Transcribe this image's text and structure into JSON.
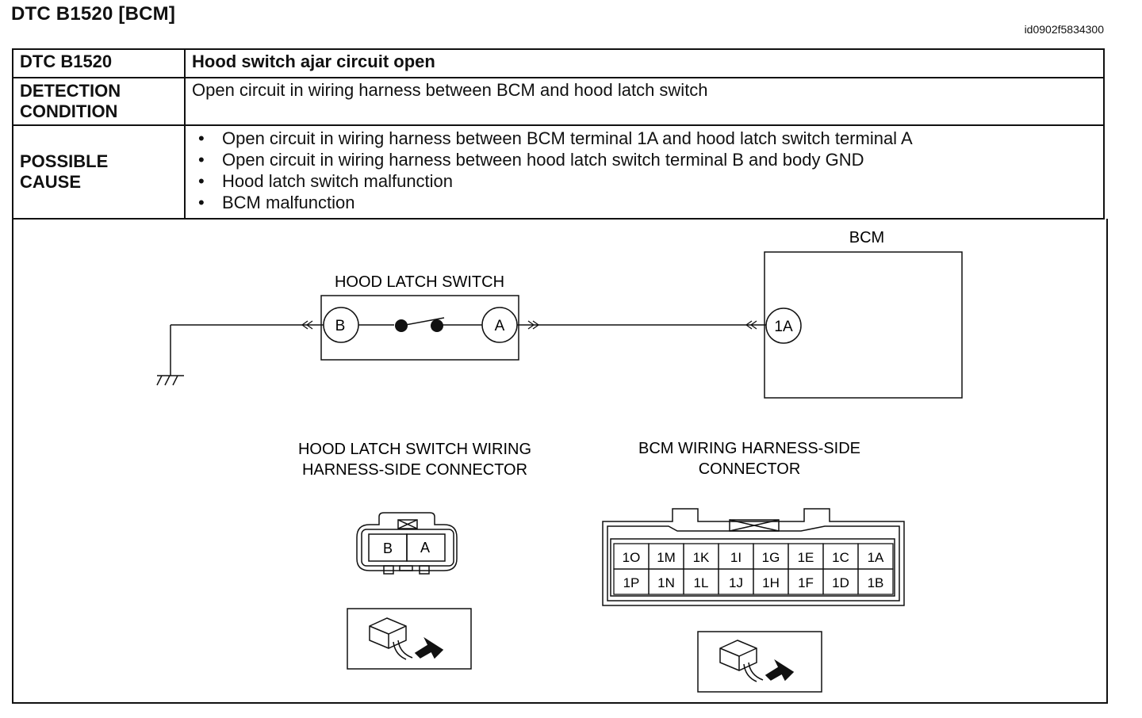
{
  "header": {
    "title": "DTC B1520 [BCM]",
    "doc_id": "id0902f5834300"
  },
  "table": {
    "row1": {
      "key": "DTC B1520",
      "value": "Hood switch ajar circuit open"
    },
    "row2": {
      "key_line1": "DETECTION",
      "key_line2": "CONDITION",
      "value": "Open circuit in wiring harness between BCM and hood latch switch"
    },
    "row3": {
      "key_line1": "POSSIBLE",
      "key_line2": "CAUSE",
      "causes": [
        "Open circuit in wiring harness between BCM terminal 1A and hood latch switch terminal A",
        "Open circuit in wiring harness between hood latch switch terminal B and body GND",
        "Hood latch switch malfunction",
        "BCM malfunction"
      ]
    }
  },
  "diagram": {
    "bcm_label": "BCM",
    "switch_label": "HOOD LATCH SWITCH",
    "terminal_b": "B",
    "terminal_a": "A",
    "terminal_1a": "1A",
    "switch_connector_line1": "HOOD LATCH SWITCH WIRING",
    "switch_connector_line2": "HARNESS-SIDE CONNECTOR",
    "bcm_connector_line1": "BCM WIRING HARNESS-SIDE",
    "bcm_connector_line2": "CONNECTOR",
    "switch_pins": [
      "B",
      "A"
    ],
    "bcm_pins_row1": [
      "1O",
      "1M",
      "1K",
      "1I",
      "1G",
      "1E",
      "1C",
      "1A"
    ],
    "bcm_pins_row2": [
      "1P",
      "1N",
      "1L",
      "1J",
      "1H",
      "1F",
      "1D",
      "1B"
    ]
  }
}
